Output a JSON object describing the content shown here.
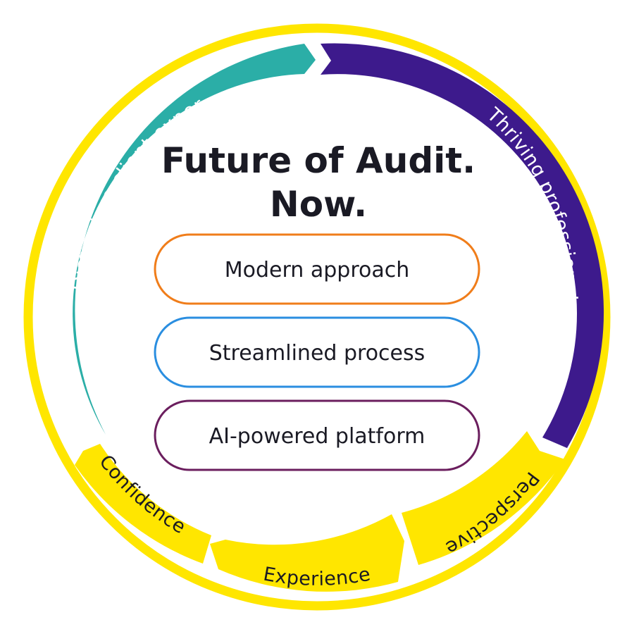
{
  "title": {
    "line1": "Future of Audit.",
    "line2": "Now."
  },
  "pillars": [
    {
      "label": "Modern approach",
      "color": "#F07D1A"
    },
    {
      "label": "Streamlined process",
      "color": "#2A8EE0"
    },
    {
      "label": "AI-powered platform",
      "color": "#6B1E5E"
    }
  ],
  "outer_segments": [
    {
      "label": "Distinctive client experience",
      "color": "#2BAEA7"
    },
    {
      "label": "Thriving professionals",
      "color": "#3D1A8C"
    },
    {
      "label": "Perspective",
      "color": "#FFE600"
    },
    {
      "label": "Experience",
      "color": "#FFE600"
    },
    {
      "label": "Confidence",
      "color": "#FFE600"
    }
  ],
  "ring_color": "#FFE600"
}
